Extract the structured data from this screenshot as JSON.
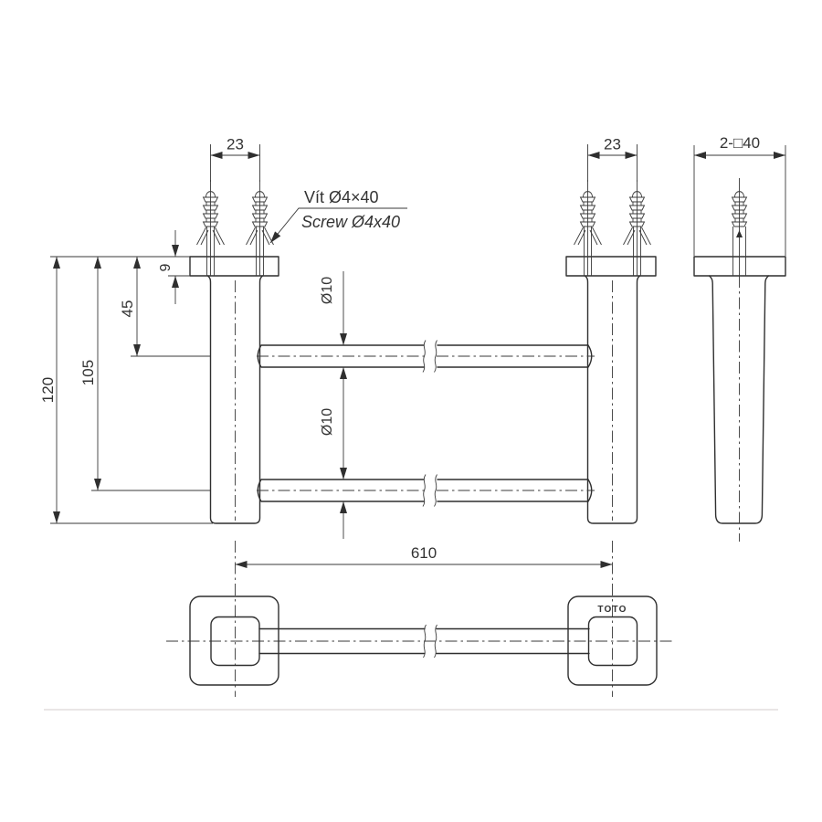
{
  "labels": {
    "dim_screw_spacing_left": "23",
    "dim_screw_spacing_right": "23",
    "dim_flange_square": "2-□40",
    "note_screw_vi": "Vít Ø4×40",
    "note_screw_en": "Screw Ø4x40",
    "dim_flange_thickness": "9",
    "dim_wall_to_top_bar": "45",
    "dim_wall_to_bottom_bar": "105",
    "dim_total_depth": "120",
    "dim_top_bar_diameter": "Ø10",
    "dim_bottom_bar_diameter": "Ø10",
    "dim_bar_length": "610",
    "brand_logo": "TOTO"
  },
  "colors": {
    "line": "#3a3a3a",
    "line_bold": "#2f2f2f",
    "text": "#333333",
    "background": "#ffffff",
    "divider": "#e9e6e6"
  }
}
